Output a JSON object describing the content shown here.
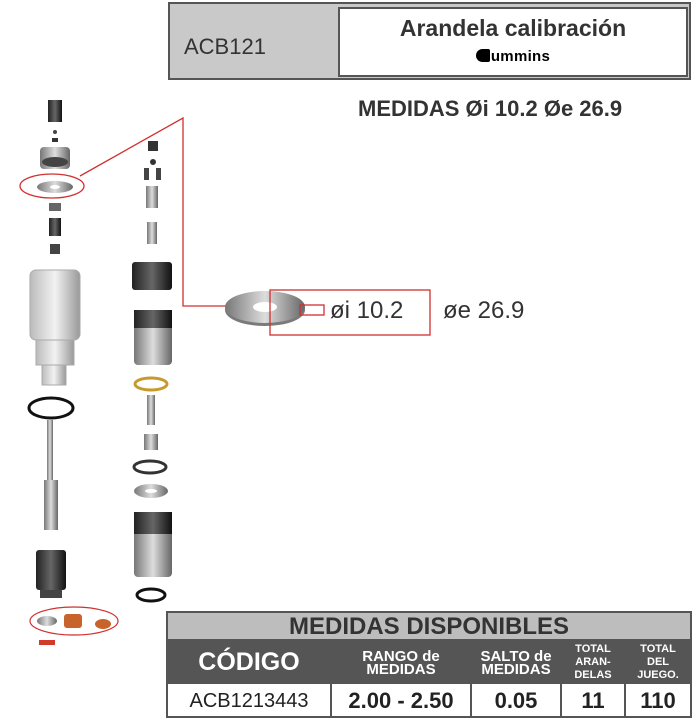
{
  "header": {
    "code": "ACB121",
    "title": "Arandela calibración",
    "brand": "ummins"
  },
  "measures_title": "MEDIDAS Øi 10.2 Øe 26.9",
  "callout": {
    "inner": "øi 10.2",
    "outer": "øe 26.9"
  },
  "table": {
    "title": "MEDIDAS DISPONIBLES",
    "columns": [
      {
        "label": "CÓDIGO",
        "value": "ACB1213443"
      },
      {
        "label": "RANGO de MEDIDAS",
        "value": "2.00 - 2.50"
      },
      {
        "label": "SALTO de MEDIDAS",
        "value": "0.05"
      },
      {
        "label": "TOTAL ARAN- DELAS",
        "value": "11"
      },
      {
        "label": "TOTAL DEL JUEGO.",
        "value": "110"
      }
    ]
  },
  "colors": {
    "highlight": "#d0302f",
    "header_bg": "#c9c9c9",
    "table_label_bg": "#555555"
  }
}
